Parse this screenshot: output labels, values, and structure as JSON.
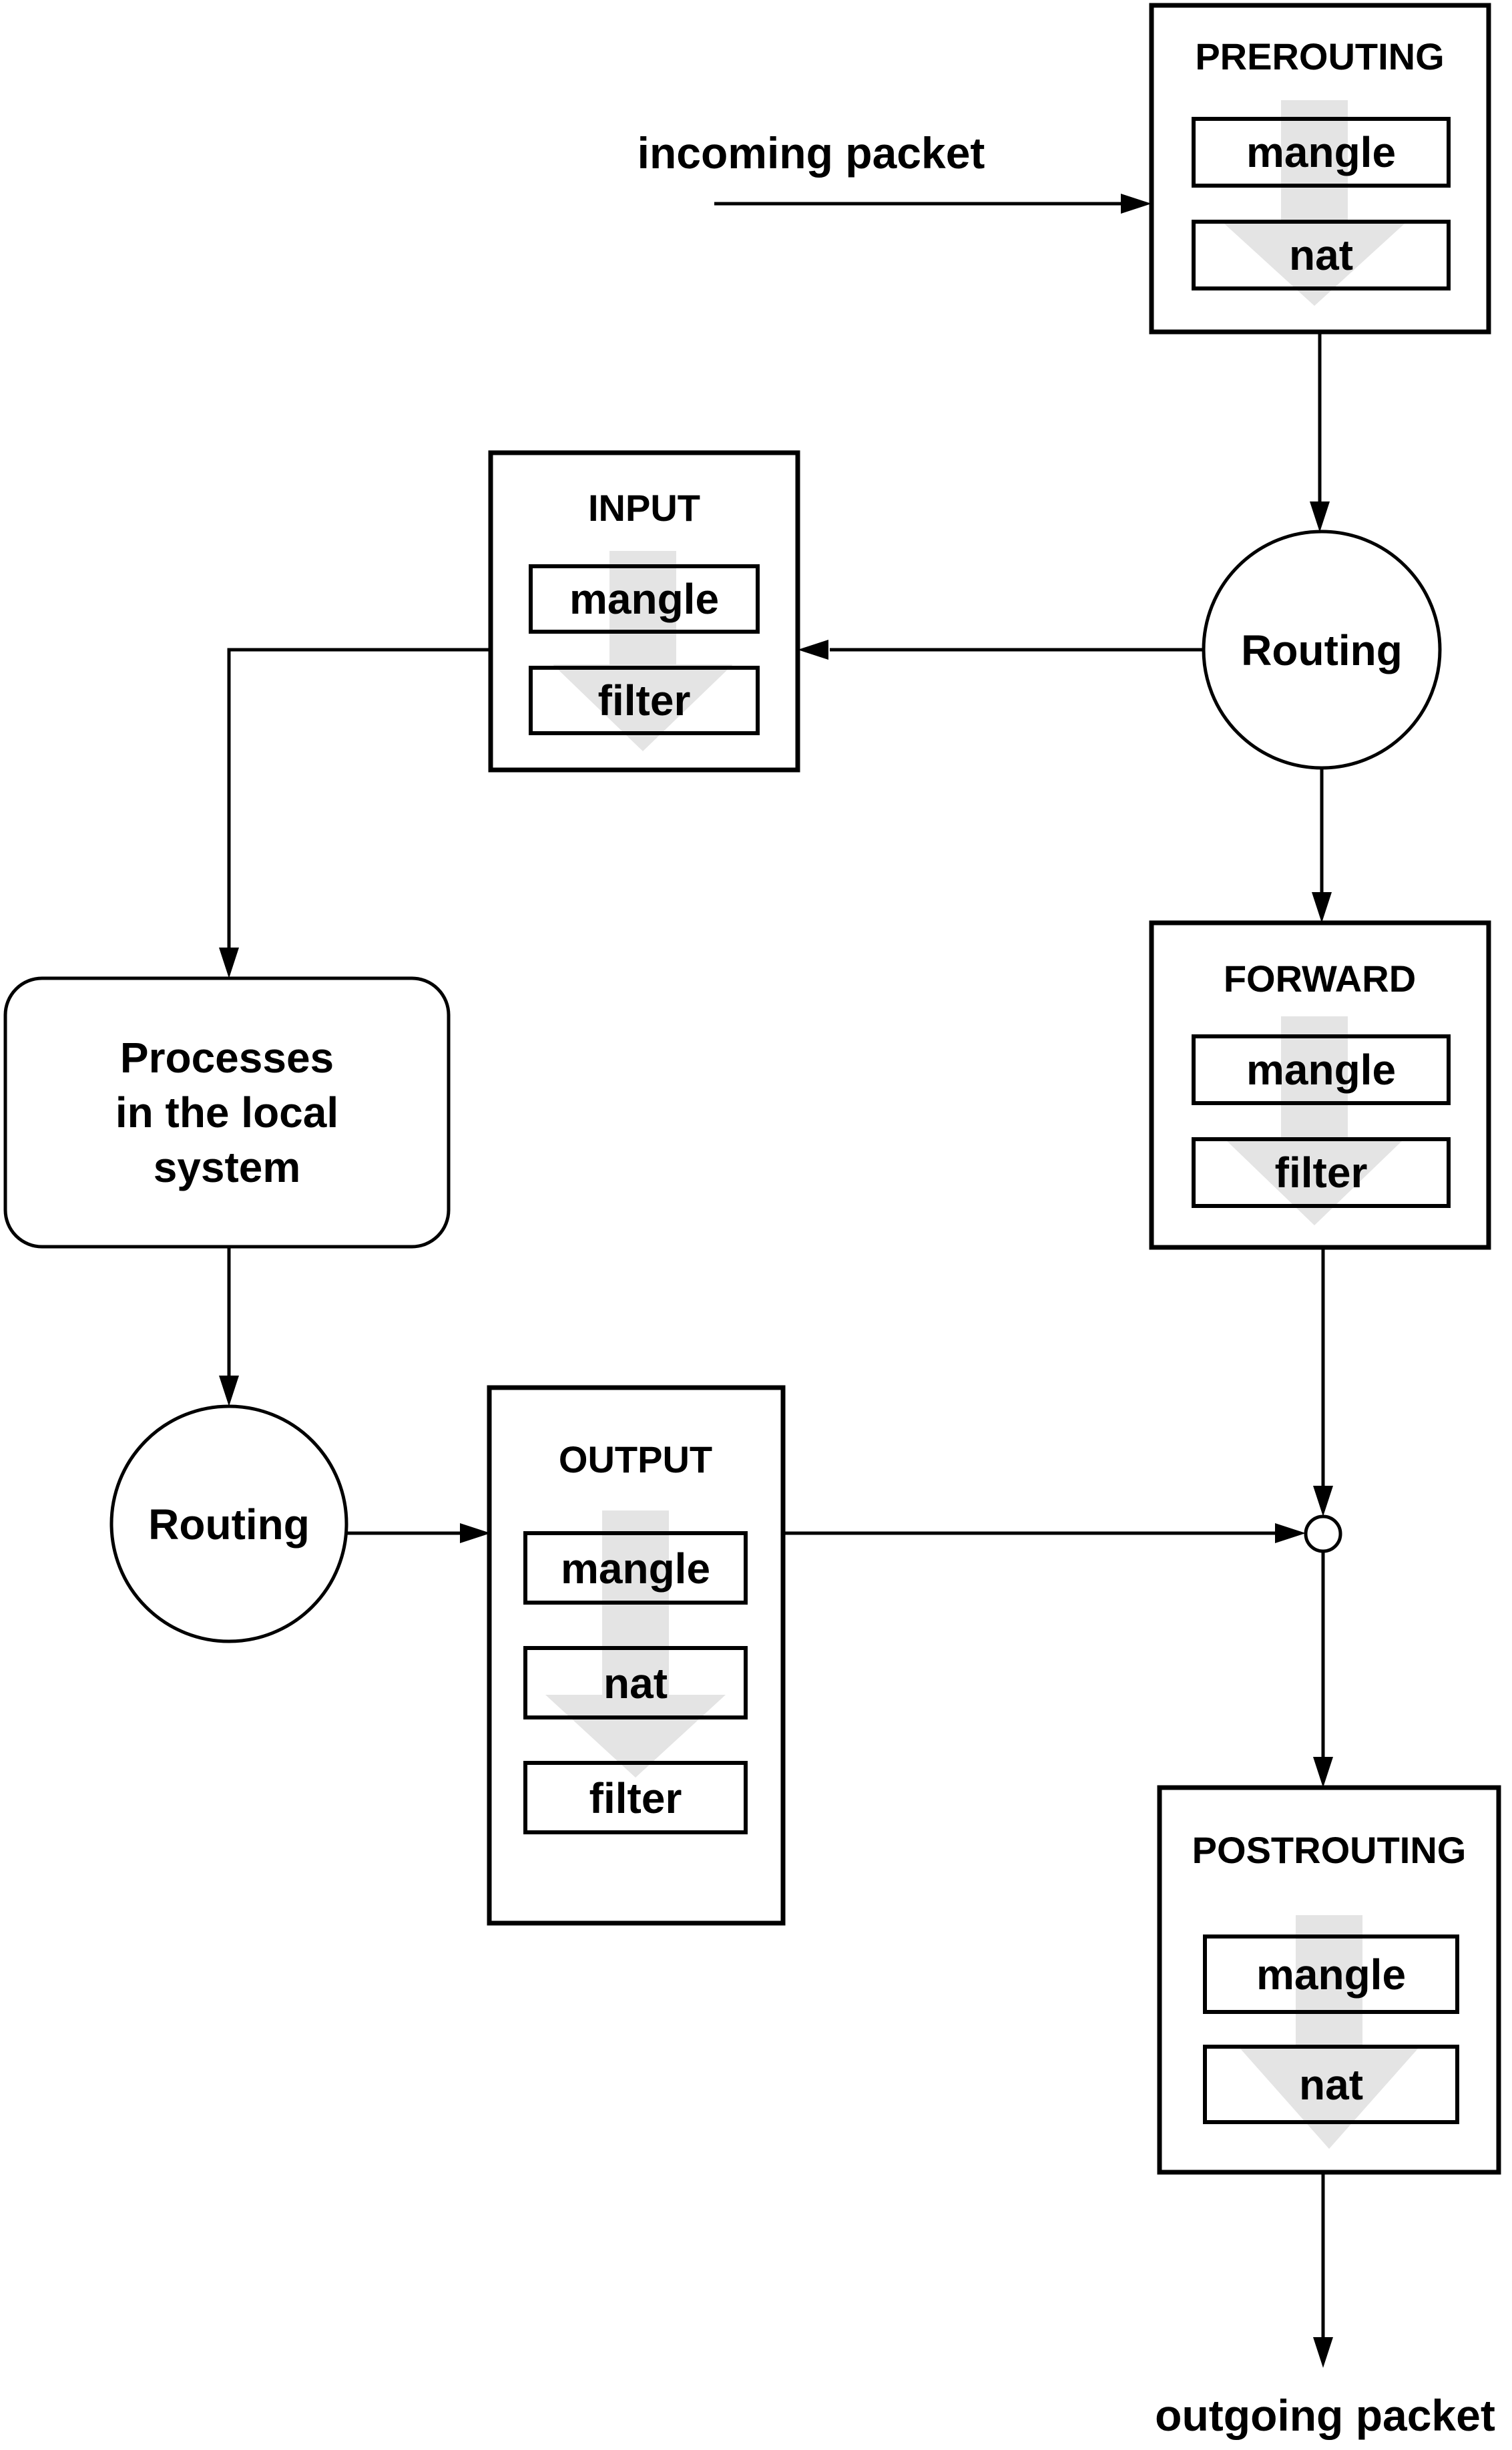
{
  "colors": {
    "ink": "#000000",
    "paper": "#ffffff",
    "flow_arrow_gray": "#e4e4e4"
  },
  "labels": {
    "incoming": "incoming packet",
    "outgoing": "outgoing packet"
  },
  "nodes": {
    "prerouting": {
      "title": "PREROUTING",
      "tables": [
        "mangle",
        "nat"
      ]
    },
    "input": {
      "title": "INPUT",
      "tables": [
        "mangle",
        "filter"
      ]
    },
    "forward": {
      "title": "FORWARD",
      "tables": [
        "mangle",
        "filter"
      ]
    },
    "output": {
      "title": "OUTPUT",
      "tables": [
        "mangle",
        "nat",
        "filter"
      ]
    },
    "postrouting": {
      "title": "POSTROUTING",
      "tables": [
        "mangle",
        "nat"
      ]
    },
    "routing_top": {
      "label": "Routing"
    },
    "routing_bottom": {
      "label": "Routing"
    },
    "local_processes": {
      "lines": [
        "Processes",
        "in the local",
        "system"
      ]
    }
  }
}
